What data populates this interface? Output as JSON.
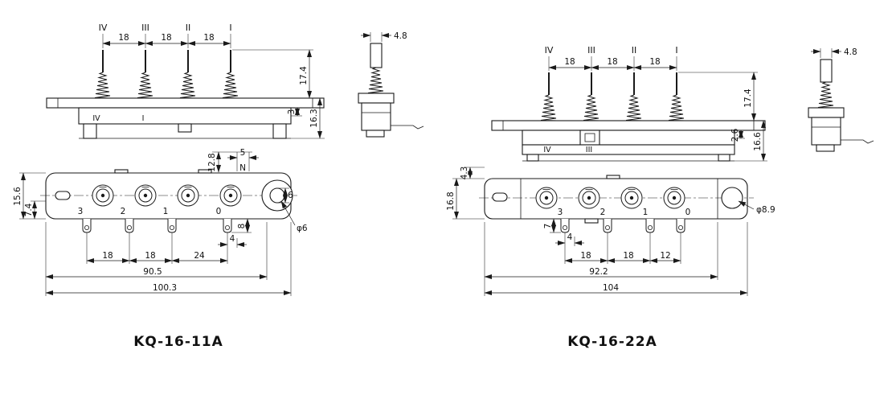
{
  "colors": {
    "background": "#ffffff",
    "line": "#1a1a1a"
  },
  "drawings": [
    {
      "title": "KQ-16-11A",
      "front": {
        "labels": [
          "IV",
          "III",
          "II",
          "I"
        ],
        "pitch": [
          "18",
          "18",
          "18"
        ],
        "spring_height": "17.4",
        "plate_offset": "3",
        "body_height": "16.3",
        "marks": [
          "IV",
          "I"
        ]
      },
      "side": {
        "shaft_width": "4.8"
      },
      "plan": {
        "height_total": "15.6",
        "height_lower": "7.4",
        "top_offset": "12.8",
        "n_offset": "5",
        "n_label": "N",
        "hole_offset": "6",
        "terminals": [
          "3",
          "2",
          "1",
          "0"
        ],
        "tab_length": "8",
        "tab_offset": "4",
        "pitch": [
          "18",
          "18",
          "24"
        ],
        "mount_span": "90.5",
        "overall": "100.3",
        "hole_dia": "φ6"
      }
    },
    {
      "title": "KQ-16-22A",
      "front": {
        "labels": [
          "IV",
          "III",
          "II",
          "I"
        ],
        "pitch": [
          "18",
          "18",
          "18"
        ],
        "spring_height": "17.4",
        "plate_offset": "2.6",
        "body_height": "16.6",
        "marks": [
          "IV",
          "III"
        ]
      },
      "side": {
        "shaft_width": "4.8"
      },
      "plan": {
        "top_offset": "4.3",
        "height_total": "16.8",
        "terminals": [
          "3",
          "2",
          "1",
          "0"
        ],
        "tab_length": "7",
        "tab_offset": "4",
        "pitch": [
          "18",
          "18",
          "12"
        ],
        "mount_span": "92.2",
        "overall": "104",
        "hole_dia": "φ8.9"
      }
    }
  ]
}
